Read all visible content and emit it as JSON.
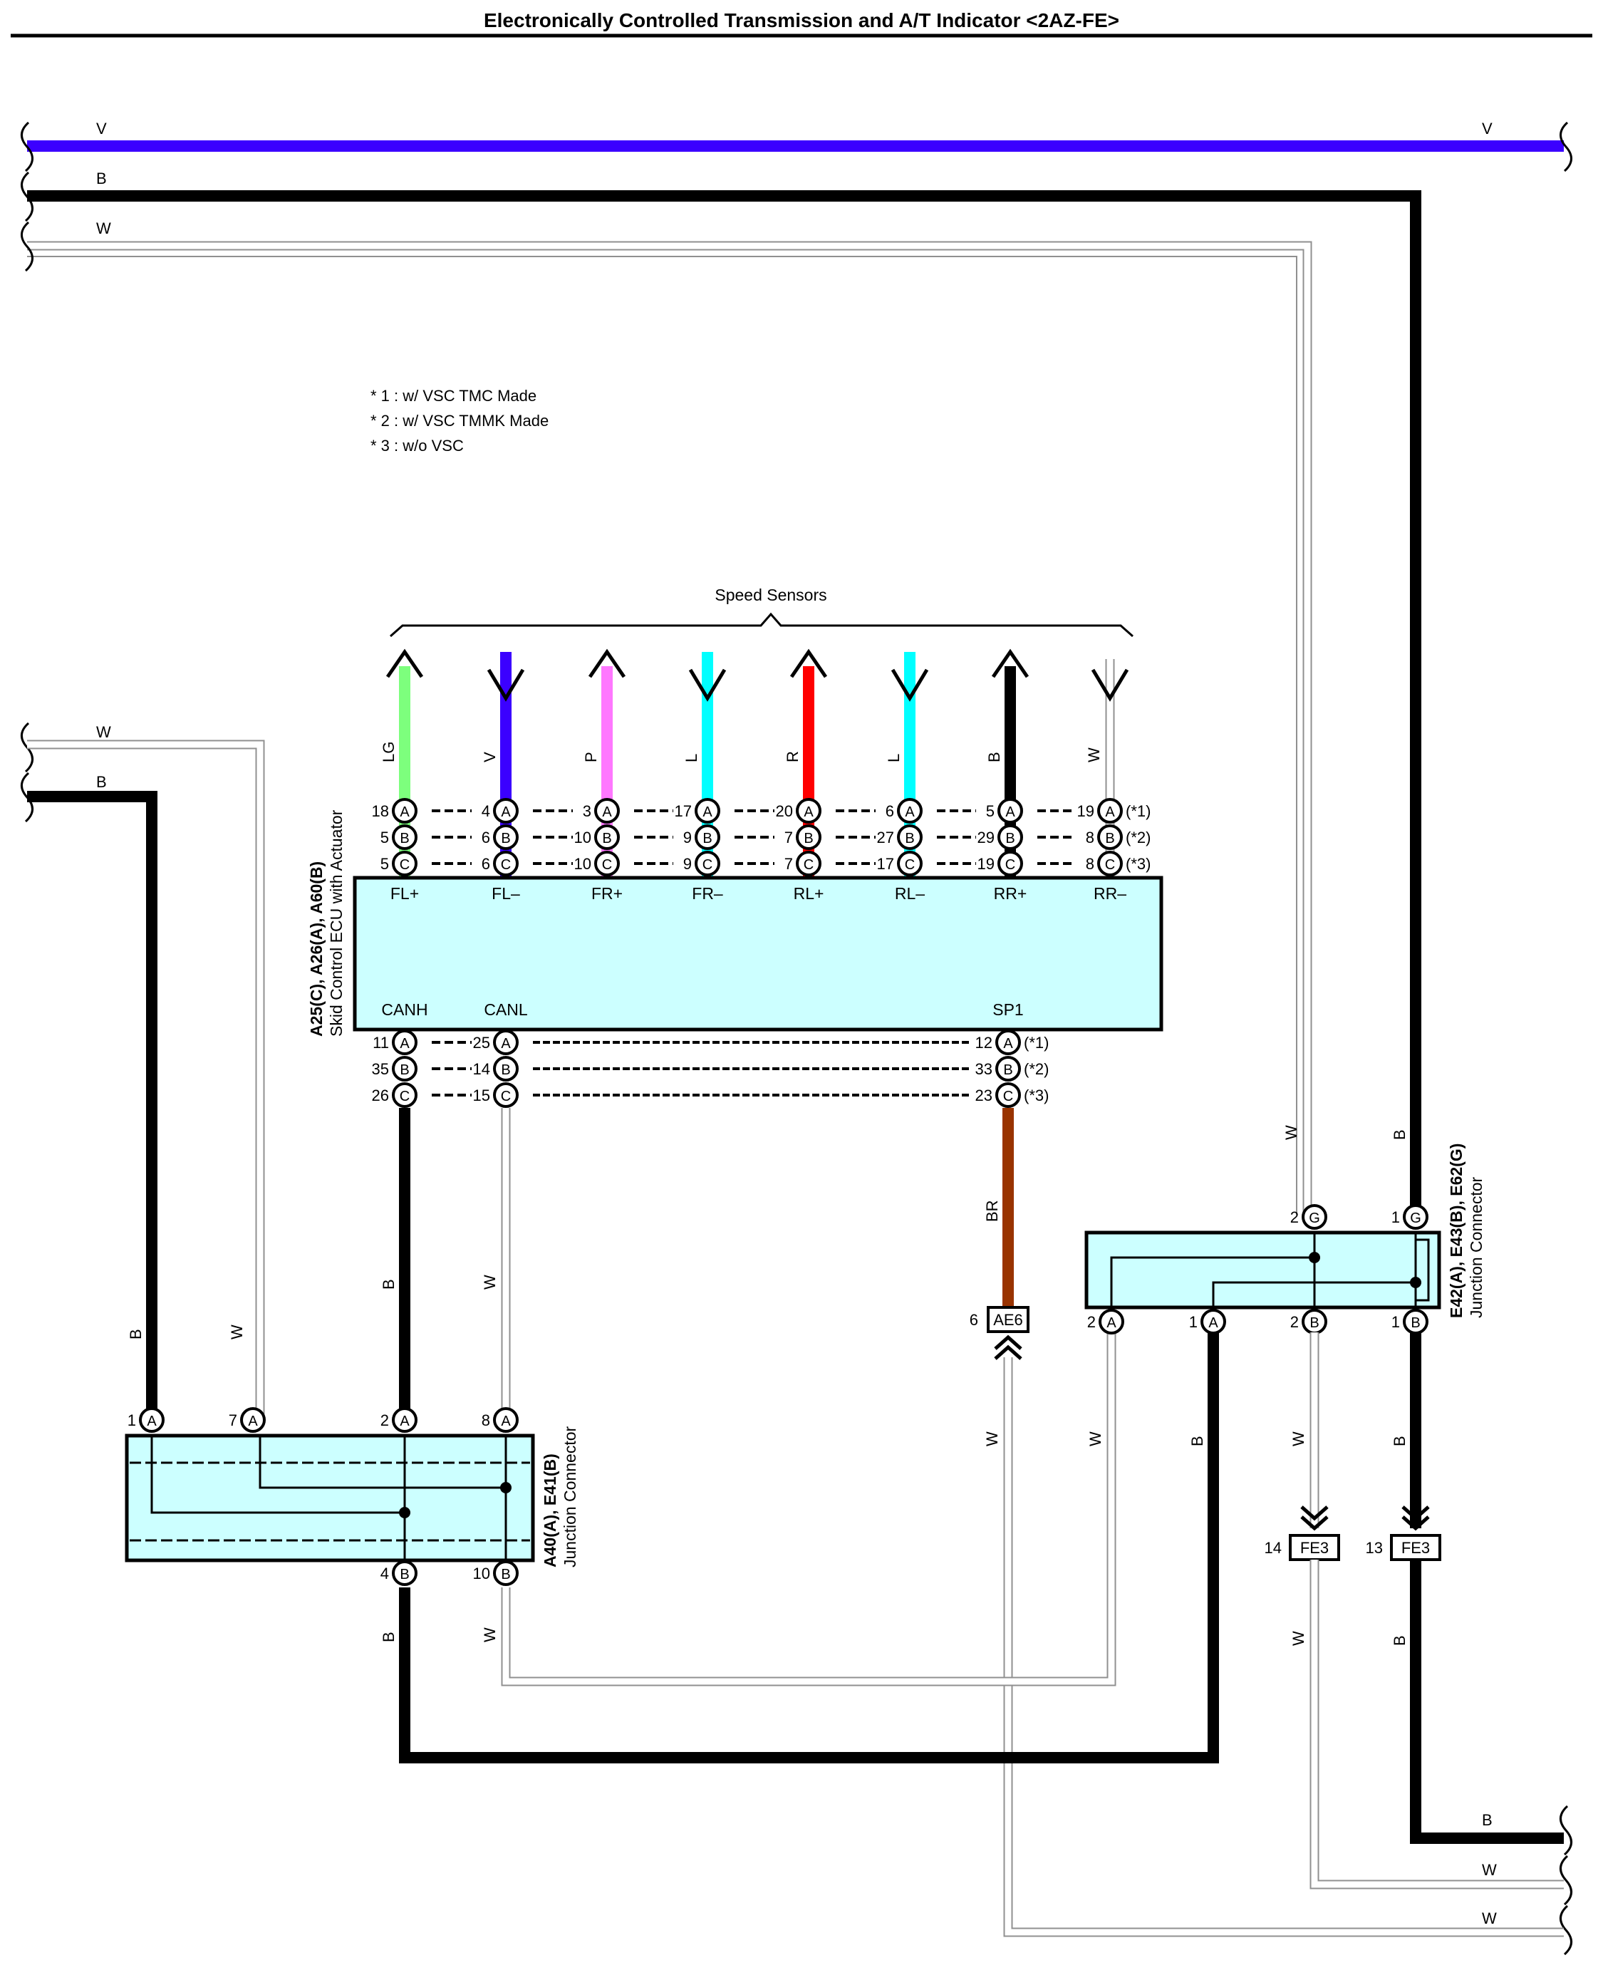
{
  "title": "Electronically Controlled Transmission and A/T Indicator <2AZ-FE>",
  "footnotes": [
    "* 1 : w/ VSC TMC Made",
    "* 2 : w/ VSC TMMK Made",
    "* 3 : w/o VSC"
  ],
  "speed_sensors_label": "Speed Sensors",
  "colors": {
    "V": "#3b00ff",
    "B": "#000000",
    "W": "#cccccc",
    "LG": "#7dff7d",
    "P": "#ff77ff",
    "L": "#00ffff",
    "R": "#ff0000",
    "BR": "#993300",
    "box_fill": "#ccffff"
  },
  "bus_wires": [
    {
      "color": "V",
      "left_label": "V",
      "right_label": "V"
    },
    {
      "color": "B",
      "left_label": "B"
    },
    {
      "color": "W",
      "left_label": "W"
    }
  ],
  "left_wires": [
    {
      "color": "W",
      "label": "W"
    },
    {
      "color": "B",
      "label": "B"
    }
  ],
  "ecu": {
    "name_line1": "A25(C), A26(A), A60(B)",
    "name_line2": "Skid Control ECU with Actuator",
    "top_pins": [
      {
        "signal": "FL+",
        "color": "LG",
        "wire_label": "LG",
        "dir": "up",
        "pins": [
          "18",
          "5",
          "5"
        ]
      },
      {
        "signal": "FL–",
        "color": "V",
        "wire_label": "V",
        "dir": "down",
        "pins": [
          "4",
          "6",
          "6"
        ]
      },
      {
        "signal": "FR+",
        "color": "P",
        "wire_label": "P",
        "dir": "up",
        "pins": [
          "3",
          "10",
          "10"
        ]
      },
      {
        "signal": "FR–",
        "color": "L",
        "wire_label": "L",
        "dir": "down",
        "pins": [
          "17",
          "9",
          "9"
        ]
      },
      {
        "signal": "RL+",
        "color": "R",
        "wire_label": "R",
        "dir": "up",
        "pins": [
          "20",
          "7",
          "7"
        ]
      },
      {
        "signal": "RL–",
        "color": "L",
        "wire_label": "L",
        "dir": "down",
        "pins": [
          "6",
          "27",
          "17"
        ]
      },
      {
        "signal": "RR+",
        "color": "B",
        "wire_label": "B",
        "dir": "up",
        "pins": [
          "5",
          "29",
          "19"
        ]
      },
      {
        "signal": "RR–",
        "color": "W",
        "wire_label": "W",
        "dir": "down",
        "pins": [
          "19",
          "8",
          "8"
        ]
      }
    ],
    "bottom_pins": [
      {
        "signal": "CANH",
        "pins": [
          "11",
          "35",
          "26"
        ]
      },
      {
        "signal": "CANL",
        "pins": [
          "25",
          "14",
          "15"
        ]
      },
      {
        "signal": "SP1",
        "pins": [
          "12",
          "33",
          "23"
        ]
      }
    ],
    "connector_letters": [
      "A",
      "B",
      "C"
    ],
    "variant_tags": [
      "(*1)",
      "(*2)",
      "(*3)"
    ]
  },
  "junction1": {
    "name_line1": "A40(A), E41(B)",
    "name_line2": "Junction Connector",
    "top_pins": [
      {
        "num": "1",
        "letter": "A"
      },
      {
        "num": "7",
        "letter": "A"
      },
      {
        "num": "2",
        "letter": "A"
      },
      {
        "num": "8",
        "letter": "A"
      }
    ],
    "bottom_pins": [
      {
        "num": "4",
        "letter": "B"
      },
      {
        "num": "10",
        "letter": "B"
      }
    ]
  },
  "junction2": {
    "name_line1": "E42(A), E43(B), E62(G)",
    "name_line2": "Junction Connector",
    "top_pins": [
      {
        "num": "2",
        "letter": "G"
      },
      {
        "num": "1",
        "letter": "G"
      }
    ],
    "bottom_pins": [
      {
        "num": "2",
        "letter": "A"
      },
      {
        "num": "1",
        "letter": "A"
      },
      {
        "num": "2",
        "letter": "B"
      },
      {
        "num": "1",
        "letter": "B"
      }
    ]
  },
  "connectors": [
    {
      "num": "6",
      "name": "AE6"
    },
    {
      "num": "14",
      "name": "FE3"
    },
    {
      "num": "13",
      "name": "FE3"
    }
  ],
  "wire_labels": {
    "canh": "B",
    "canl": "W",
    "sp1": "BR",
    "j1_in_b": "B",
    "j1_in_w": "W",
    "j1_out_b": "B",
    "j1_out_w": "W",
    "ae6_w": "W",
    "j2a2_w": "W",
    "j2a1_b": "B",
    "j2b2_w": "W",
    "j2b1_b": "B",
    "j2g2_w": "W",
    "j2g1_b": "B",
    "fe14_w": "W",
    "fe13_b": "B",
    "right_b": "B",
    "right_w1": "W",
    "right_w2": "W"
  }
}
